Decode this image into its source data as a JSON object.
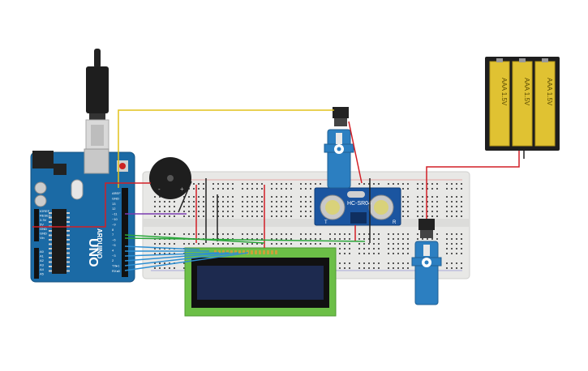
{
  "arduino": {
    "logo": "ARDUINO",
    "model": "UNO",
    "labels_left": [
      "IOREF",
      "RESET",
      "3.3V",
      "5V",
      "GND",
      "GND",
      "Vin"
    ],
    "labels_analog": [
      "A0",
      "A1",
      "A2",
      "A3",
      "A4",
      "A5"
    ],
    "labels_digital": [
      "AREF",
      "GND",
      "13",
      "12",
      "~11",
      "~10",
      "~9",
      "8",
      "7",
      "~6",
      "~5",
      "4",
      "~3",
      "2",
      "TX▸1",
      "RX◂0"
    ]
  },
  "ultrasonic": {
    "label": "HC-SR04",
    "pin_t": "T",
    "pin_r": "R"
  },
  "battery": {
    "cells": [
      "AAA 1.5V",
      "AAA 1.5V",
      "AAA 1.5V"
    ]
  },
  "colors": {
    "arduino_blue": "#1b6aa5",
    "breadboard": "#e8e8e6",
    "lcd_green": "#6cbf47",
    "lcd_screen": "#1d2a4f",
    "servo_blue": "#2c7fc1",
    "battery_yellow": "#e0c232",
    "wire_red": "#d21f26",
    "wire_green": "#2aa63a",
    "wire_blue": "#2d8fd3",
    "wire_yellow": "#e2c21a",
    "wire_purple": "#7a3bb0",
    "wire_black": "#222222"
  },
  "icons": [
    "usb-plug-icon",
    "piezo-buzzer-icon",
    "servo-motor-icon",
    "ultrasonic-sensor-icon",
    "battery-pack-icon",
    "lcd-display-icon",
    "breadboard-icon",
    "arduino-board-icon"
  ]
}
